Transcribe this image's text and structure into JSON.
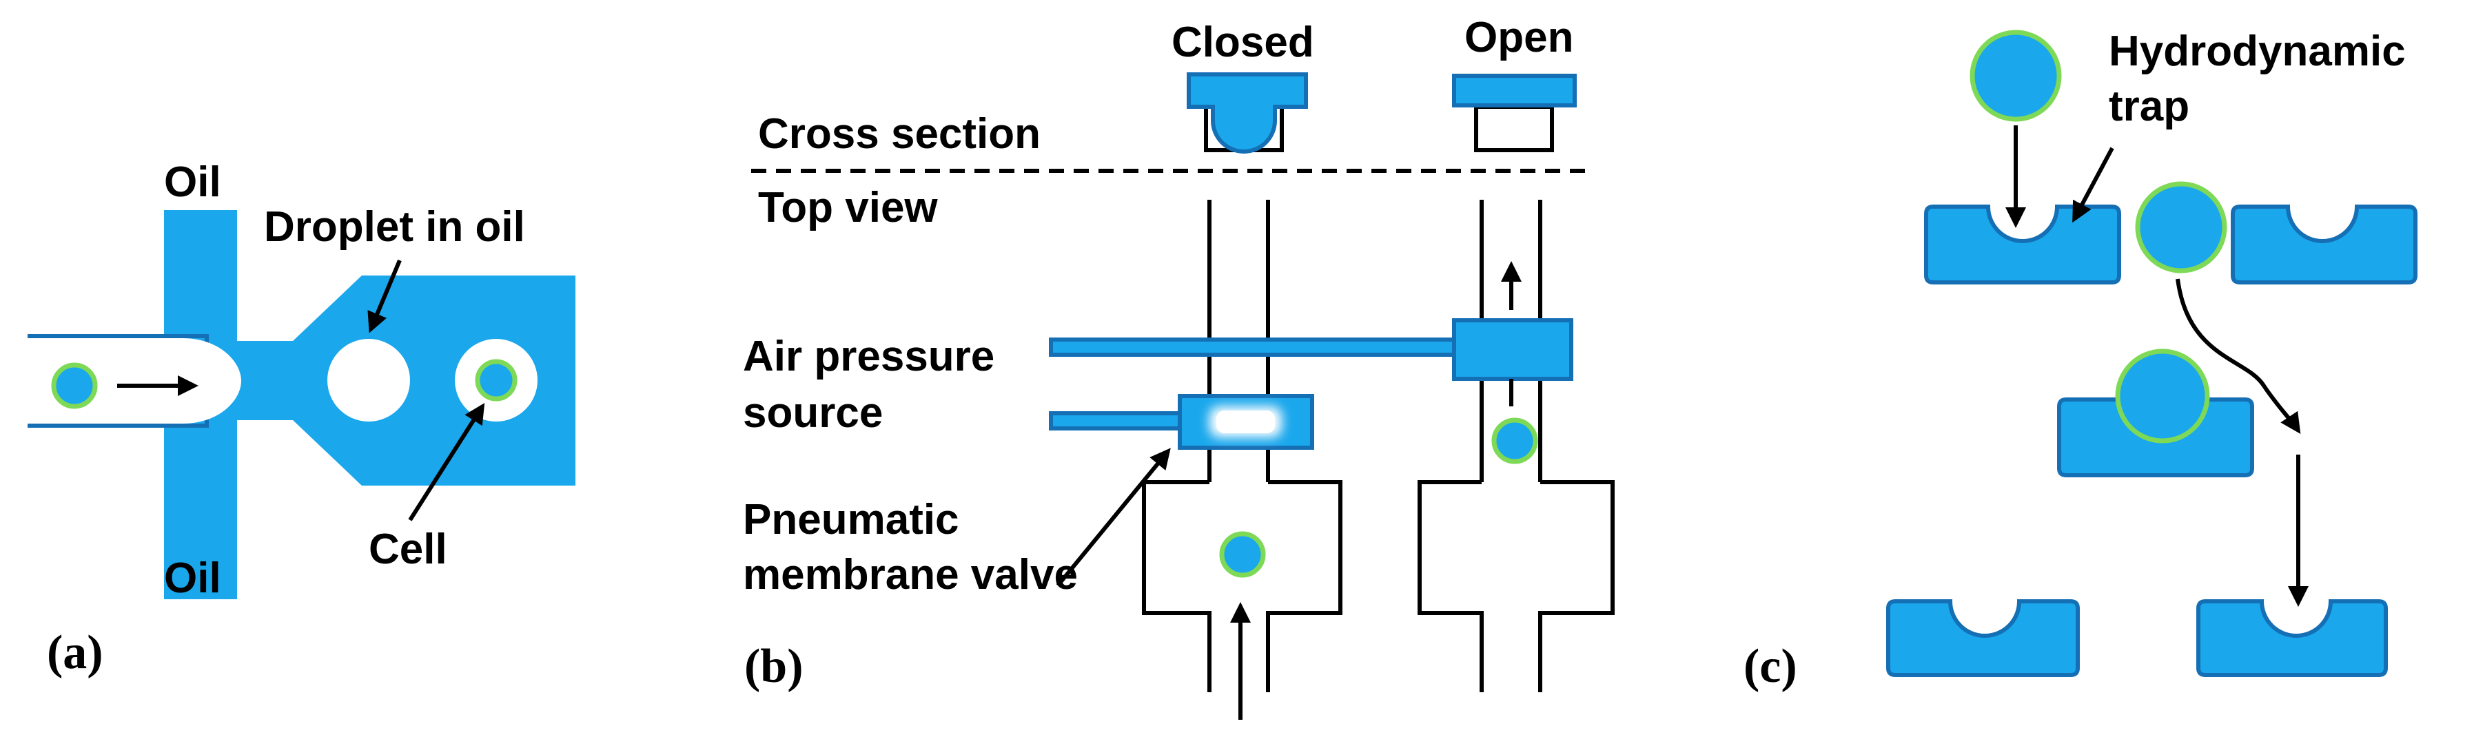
{
  "colors": {
    "fluid": "#1AA7EC",
    "fluid_outline": "#156FB5",
    "cell_border": "#7ED957",
    "line": "#000000",
    "glow": "#ffffff"
  },
  "panel_a": {
    "tag": "(a)",
    "oil_top": "Oil",
    "oil_bottom": "Oil",
    "droplet_label": "Droplet in oil",
    "cell_label": "Cell"
  },
  "panel_b": {
    "tag": "(b)",
    "closed_label": "Closed",
    "open_label": "Open",
    "cross_section_label": "Cross section",
    "top_view_label": "Top view",
    "air_pressure_line1": "Air pressure",
    "air_pressure_line2": "source",
    "valve_line1": "Pneumatic",
    "valve_line2": "membrane valve"
  },
  "panel_c": {
    "tag": "(c)",
    "trap_line1": "Hydrodynamic",
    "trap_line2": "trap"
  }
}
